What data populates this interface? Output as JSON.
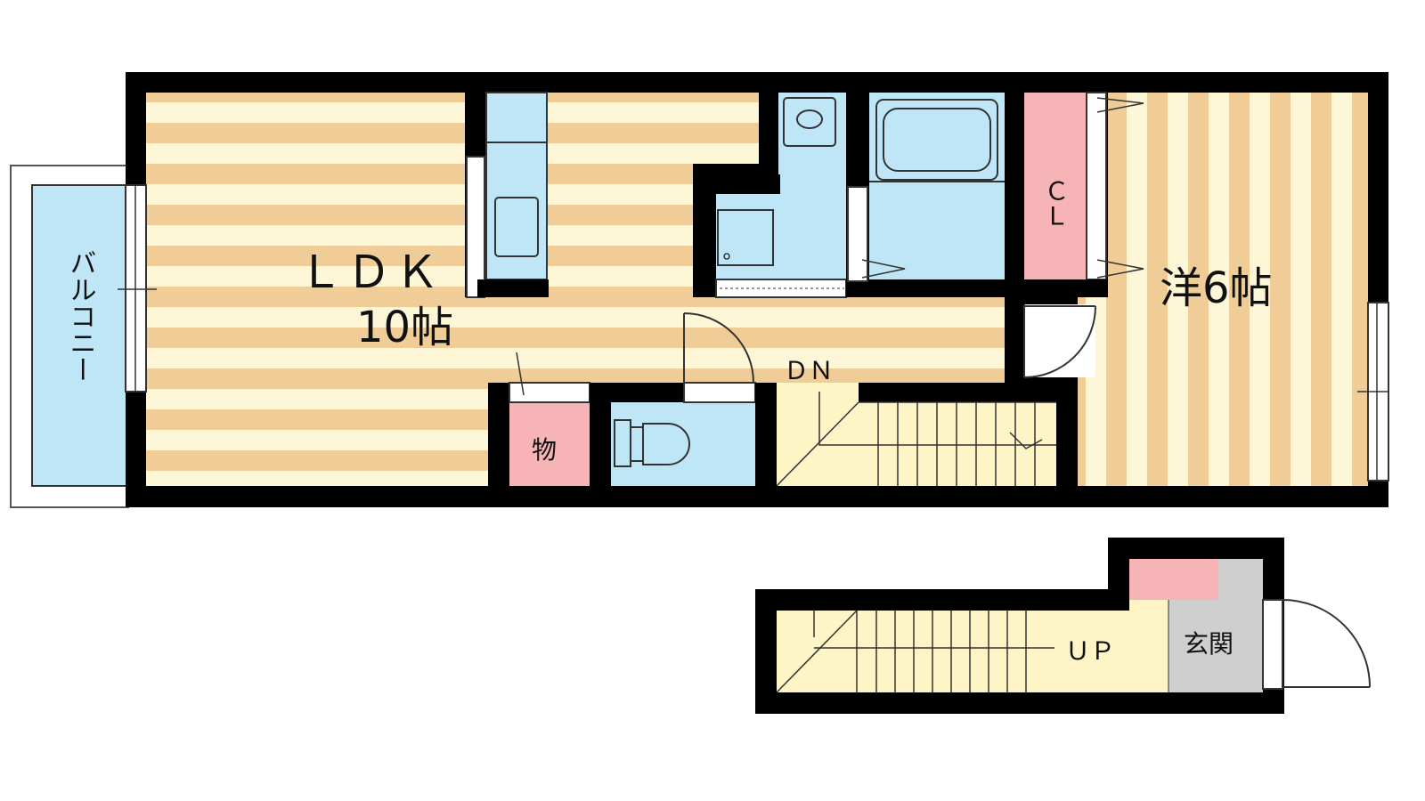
{
  "floorplan": {
    "upper_floor": {
      "rooms": {
        "ldk_name": "ＬＤＫ",
        "ldk_size": "10帖",
        "western_room": "洋6帖",
        "closet": "ＣＬ",
        "storage": "物",
        "balcony": "バルコニー"
      },
      "stairs_label": "ＤＮ"
    },
    "lower_floor": {
      "entrance": "玄関",
      "stairs_label": "ＵＰ"
    }
  },
  "colors": {
    "wall": "#000000",
    "floor_stripe_a": "#f0cc96",
    "floor_stripe_b": "#fdf7d8",
    "wet_area": "#bfe6f7",
    "storage": "#f7b4b7",
    "stairs": "#fdf5c6",
    "entrance": "#cfcfcf"
  },
  "icons": {
    "kitchen": "kitchen-counter-icon",
    "sink": "washbasin-icon",
    "washer": "washing-machine-pan-icon",
    "bathtub": "bathtub-icon",
    "toilet": "toilet-icon"
  }
}
